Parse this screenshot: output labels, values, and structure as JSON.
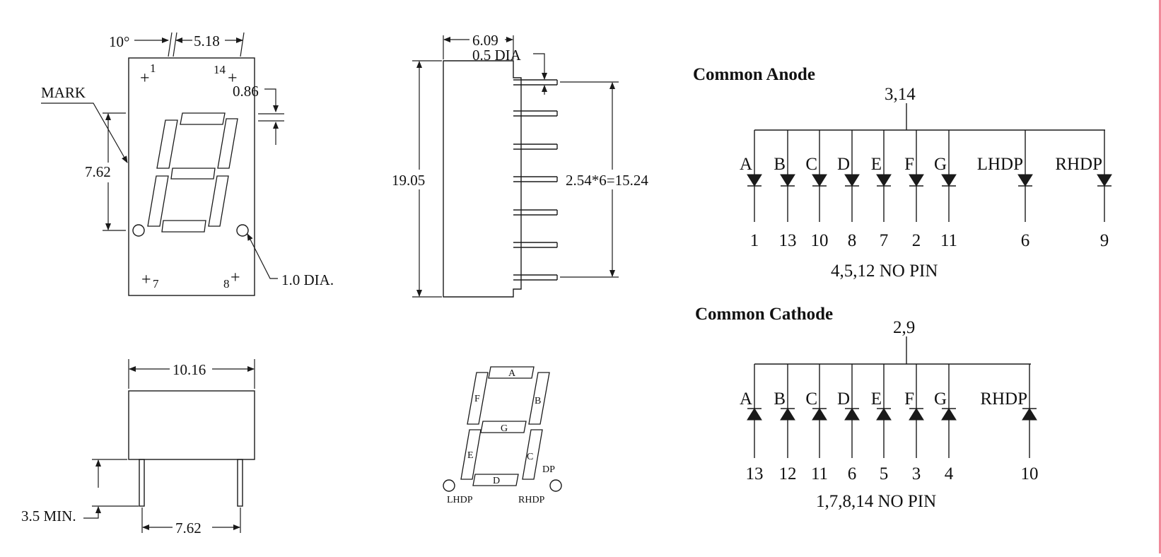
{
  "front_view": {
    "angle": "10°",
    "width_top": "5.18",
    "pin_1": "1",
    "pin_14": "14",
    "pin_7": "7",
    "pin_8": "8",
    "plus": "+",
    "mark": "MARK",
    "seg_height": "7.62",
    "pin_w": "0.86",
    "hole_dia": "1.0 DIA."
  },
  "side_view": {
    "depth": "6.09",
    "pin_dia": "0.5 DIA",
    "height": "19.05",
    "pitch": "2.54*6=15.24"
  },
  "bottom_view": {
    "width": "10.16",
    "pin_len": "3.5 MIN.",
    "row_spacing": "7.62"
  },
  "segment_map": {
    "labels": [
      "A",
      "B",
      "C",
      "D",
      "E",
      "F",
      "G"
    ],
    "dp": "DP",
    "lhdp": "LHDP",
    "rhdp": "RHDP"
  },
  "common_anode": {
    "title": "Common Anode",
    "common_pins": "3,14",
    "segments": [
      "A",
      "B",
      "C",
      "D",
      "E",
      "F",
      "G",
      "LHDP",
      "RHDP"
    ],
    "pins": [
      "1",
      "13",
      "10",
      "8",
      "7",
      "2",
      "11",
      "6",
      "9"
    ],
    "note": "4,5,12 NO PIN"
  },
  "common_cathode": {
    "title": "Common Cathode",
    "common_pins": "2,9",
    "segments": [
      "A",
      "B",
      "C",
      "D",
      "E",
      "F",
      "G",
      "RHDP"
    ],
    "pins": [
      "13",
      "12",
      "11",
      "6",
      "5",
      "3",
      "4",
      "10"
    ],
    "note": "1,7,8,14 NO PIN"
  }
}
